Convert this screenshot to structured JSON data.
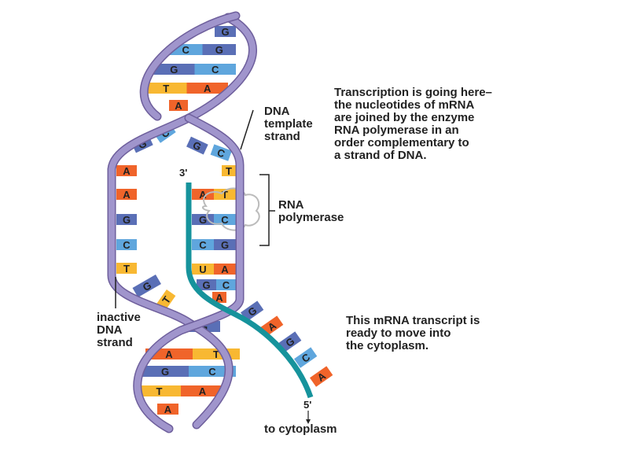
{
  "labels": {
    "dna_template": "DNA\ntemplate\nstrand",
    "rna_polymerase": "RNA\npolymerase",
    "inactive_dna": "inactive\nDNA\nstrand",
    "transcription_note": "Transcription is going here–\nthe nucleotides of mRNA\nare joined by the enzyme\nRNA polymerase in an\norder complementary to\na strand of DNA.",
    "mrna_note": "This mRNA transcript is\nready to move into\nthe cytoplasm.",
    "three_prime": "3'",
    "five_prime": "5'",
    "to_cytoplasm": "to cytoplasm"
  },
  "bases": {
    "top_helix": [
      [
        "",
        "G"
      ],
      [
        "C",
        "G"
      ],
      [
        "G",
        "C"
      ],
      [
        "T",
        "A"
      ],
      [
        "A",
        ""
      ]
    ],
    "open_top": [
      "G",
      "C",
      "G",
      "C"
    ],
    "inactive_strand": [
      "A",
      "A",
      "G",
      "C",
      "T",
      "G",
      "T"
    ],
    "template_strand": [
      [
        "",
        "T"
      ],
      [
        "A",
        "T"
      ],
      [
        "G",
        "C"
      ],
      [
        "C",
        "G"
      ],
      [
        "U",
        "A"
      ],
      [
        "G",
        "C"
      ],
      [
        "A",
        ""
      ]
    ],
    "mrna_tail": [
      "G",
      "A",
      "G",
      "C",
      "A"
    ],
    "bottom_helix": [
      [
        "",
        "G"
      ],
      [
        "A",
        "T"
      ],
      [
        "G",
        "C"
      ],
      [
        "T",
        "A"
      ],
      [
        "A",
        ""
      ]
    ]
  },
  "colors": {
    "A": "#f0642a",
    "T": "#f8b832",
    "G": "#5a6fb6",
    "C": "#5fa6dd",
    "U": "#f8b832",
    "dna_strand": "#a095cc",
    "dna_outline": "#6e5f9c",
    "rna_strand": "#16939c"
  }
}
